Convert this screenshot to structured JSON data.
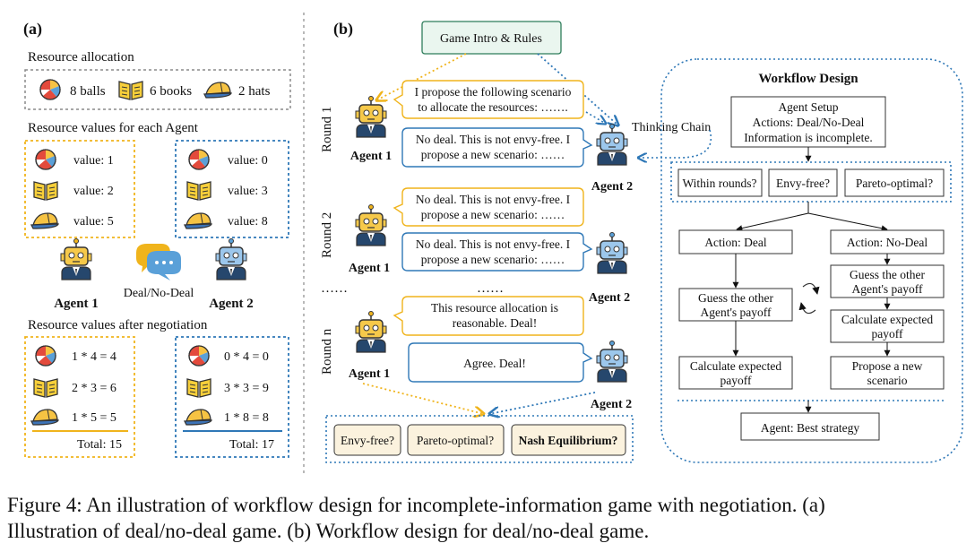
{
  "panel_a": {
    "label": "(a)",
    "resource_allocation": {
      "heading": "Resource allocation",
      "items": [
        {
          "icon": "ball-icon",
          "text": "8 balls"
        },
        {
          "icon": "book-icon",
          "text": "6 books"
        },
        {
          "icon": "hat-icon",
          "text": "2 hats"
        }
      ]
    },
    "values_heading": "Resource values for each Agent",
    "agent1_values": [
      "value: 1",
      "value: 2",
      "value: 5"
    ],
    "agent2_values": [
      "value: 0",
      "value: 3",
      "value: 8"
    ],
    "agent1_name": "Agent 1",
    "agent2_name": "Agent 2",
    "deal_label": "Deal/No-Deal",
    "after_heading": "Resource values after negotiation",
    "agent1_after": [
      "1 * 4 = 4",
      "2 * 3 = 6",
      "1 * 5 = 5"
    ],
    "agent2_after": [
      "0 * 4 = 0",
      "3 * 3 = 9",
      "1 * 8 = 8"
    ],
    "agent1_total": "Total:  15",
    "agent2_total": "Total:  17"
  },
  "panel_b": {
    "label": "(b)",
    "game_intro": "Game Intro & Rules",
    "rounds": [
      "Round 1",
      "Round 2",
      "Round n"
    ],
    "agent1_name": "Agent 1",
    "agent2_name": "Agent 2",
    "dots": [
      "……",
      "……"
    ],
    "round1_agent1": [
      "I propose the following scenario",
      "to allocate the resources: ……."
    ],
    "round1_agent2": [
      "No deal. This is not envy-free. I",
      "propose a new scenario: ……"
    ],
    "round2_agent1": [
      "No deal. This is not envy-free. I",
      "propose a new scenario: ……"
    ],
    "round2_agent2": [
      "No deal. This is not envy-free. I",
      "propose a new scenario: ……"
    ],
    "roundn_agent1": [
      "This resource allocation is",
      "reasonable. Deal!"
    ],
    "roundn_agent2": "Agree. Deal!",
    "thinking_chain": "Thinking Chain",
    "criteria": [
      "Envy-free?",
      "Pareto-optimal?",
      "Nash Equilibrium?"
    ],
    "workflow": {
      "title": "Workflow Design",
      "setup": [
        "Agent Setup",
        "Actions: Deal/No-Deal",
        "Information is incomplete."
      ],
      "checks": [
        "Within rounds?",
        "Envy-free?",
        "Pareto-optimal?"
      ],
      "deal_branch": [
        "Action: Deal",
        "Guess the other\nAgent's payoff",
        "Calculate expected\npayoff"
      ],
      "nodeal_branch": [
        "Action: No-Deal",
        "Guess the other\nAgent's payoff",
        "Calculate expected\npayoff",
        "Propose a new\nscenario"
      ],
      "best": "Agent: Best strategy"
    }
  },
  "caption": {
    "line1": "Figure 4: An illustration of workflow design for incomplete-information game with negotiation. (a)",
    "line2": "Illustration of deal/no-deal game. (b) Workflow design for deal/no-deal game."
  },
  "colors": {
    "agent1": "#f0b41c",
    "agent2": "#2f78b7",
    "dotted_gray": "#8a8a8a",
    "intro_border": "#2e7d5b",
    "intro_fill": "#eaf6ef",
    "criteria_fill": "#fbf2de"
  }
}
